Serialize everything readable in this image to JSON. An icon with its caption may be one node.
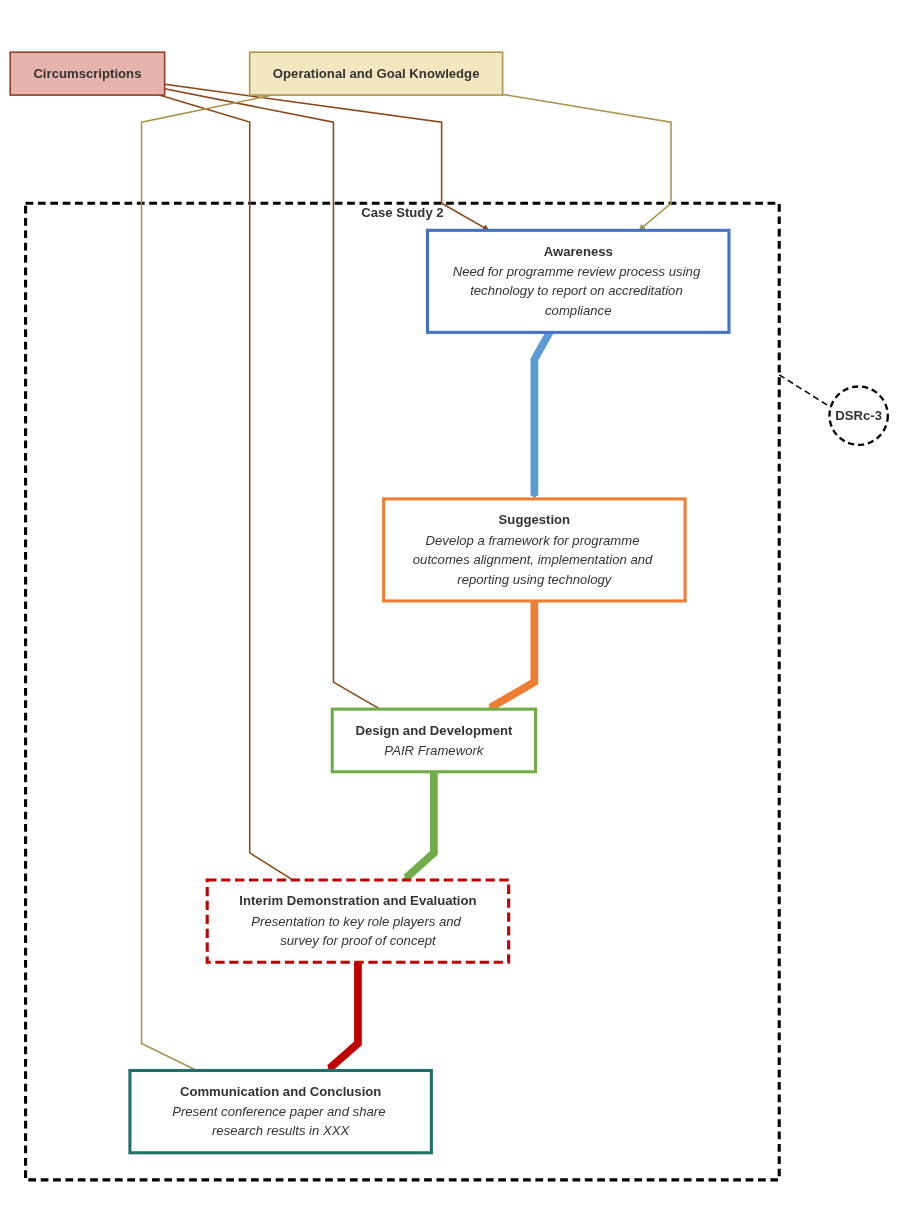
{
  "diagram": {
    "nodes": [
      {
        "text": [
          "Case Study 2"
        ]
      },
      {
        "text": [
          "DSRc-3"
        ]
      },
      {
        "text": [
          "Awareness",
          "Need for programme review process using technology to report on accreditation compliance"
        ],
        "in": 0
      },
      {
        "text": [
          "Suggestion",
          "Develop a framework for programme outcomes alignment, implementation and reporting using technology"
        ],
        "in": 0
      },
      {
        "text": [
          "Design and Development",
          "PAIR Framework"
        ],
        "in": 0
      },
      {
        "text": [
          "Interim Demonstration and Evaluation",
          "Presentation to key role players and survey for proof of concept"
        ],
        "in": 0
      },
      {
        "text": [
          "Communication and Conclusion",
          "Present conference paper and share research results in XXX"
        ],
        "in": 0
      },
      {
        "text": [
          "Operational and Goal Knowledge"
        ]
      },
      {
        "text": [
          "Circumscriptions"
        ]
      }
    ],
    "edges": [
      {
        "from": 0,
        "to": 1,
        "arrow": "none",
        "style": "dashed",
        "color": "#000000"
      },
      {
        "from": 2,
        "to": 3,
        "arrow": "to",
        "style": "thick",
        "color": "#5b9bd5"
      },
      {
        "from": 3,
        "to": 4,
        "arrow": "to",
        "style": "thick",
        "color": "#ed7d31"
      },
      {
        "from": 4,
        "to": 5,
        "arrow": "to",
        "style": "thick",
        "color": "#70ad47"
      },
      {
        "from": 5,
        "to": 6,
        "arrow": "to",
        "style": "thick",
        "color": "#c00000"
      },
      {
        "from": 7,
        "to": 2,
        "arrow": "to",
        "color": "#a8944a"
      },
      {
        "from": 8,
        "to": 2,
        "arrow": "to",
        "color": "#8b4513"
      },
      {
        "from": 8,
        "to": 4,
        "arrow": "none",
        "color": "#8b4513"
      },
      {
        "from": 8,
        "to": 5,
        "arrow": "none",
        "color": "#8b4513"
      },
      {
        "from": 7,
        "to": 6,
        "arrow": "none",
        "color": "#a8944a"
      }
    ]
  }
}
